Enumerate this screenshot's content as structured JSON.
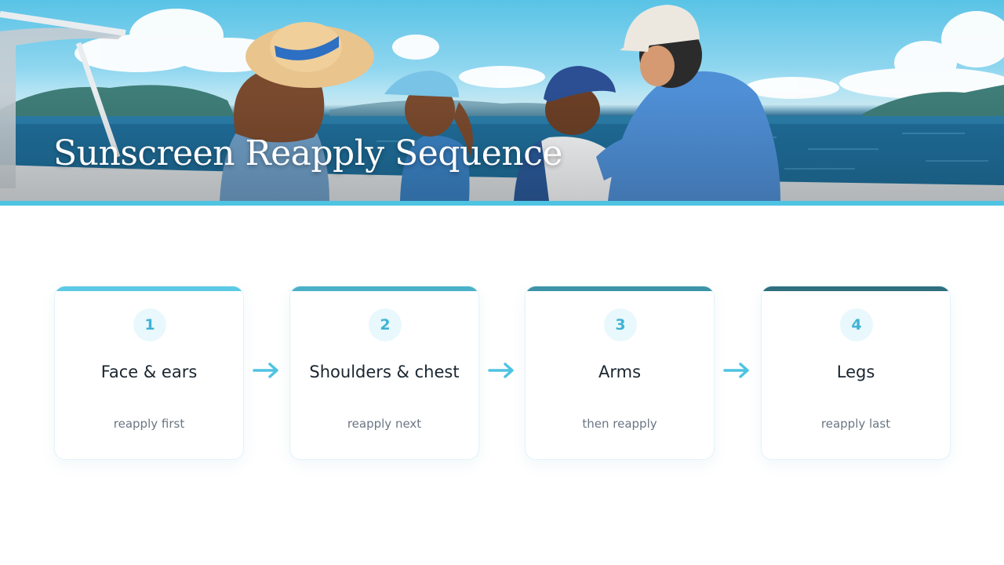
{
  "hero": {
    "title": "Sunscreen Reapply Sequence",
    "image_icon": "family-boat-sunscreen-illustration",
    "accent_color": "#4fc3e2"
  },
  "steps": [
    {
      "number": "1",
      "title": "Face & ears",
      "subtitle": "reapply first",
      "bar_color": "#5cc9e6"
    },
    {
      "number": "2",
      "title": "Shoulders & chest",
      "subtitle": "reapply next",
      "bar_color": "#4ab1c7"
    },
    {
      "number": "3",
      "title": "Arms",
      "subtitle": "then reapply",
      "bar_color": "#3d93a8"
    },
    {
      "number": "4",
      "title": "Legs",
      "subtitle": "reapply last",
      "bar_color": "#2f6f7e"
    }
  ],
  "arrow_icon": "arrow-right-icon",
  "arrow_color": "#4fc3e2"
}
